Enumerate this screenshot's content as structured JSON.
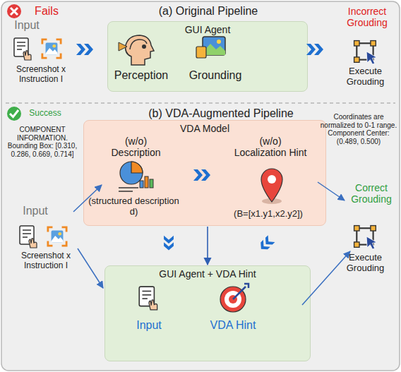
{
  "diagram": {
    "nodes": [
      {
        "text": [
          "GUI Agent"
        ]
      },
      {
        "text": [
          "VDA Model"
        ]
      },
      {
        "text": [
          "GUI Agent + VDA Hint"
        ]
      }
    ],
    "edges": [
      {
        "from": 1,
        "to": 2,
        "arrow": "to"
      }
    ],
    "labels": [
      "Fails",
      "(a) Original Pipeline",
      "Input",
      "Screenshot x Instruction I",
      "Perception",
      "Grounding",
      "Incorrect Grouding",
      "Execute Grouding",
      "Success",
      "(b) VDA-Augmented Pipeline",
      "COMPONENT INFORMATION. Bounding Box: [0.310, 0.286, 0.669, 0.714]",
      "Input",
      "Screenshot x Instruction I",
      "(w/o) Description",
      "(structured description d)",
      "(w/o) Localization Hint",
      "(B=[x1.y1,x2.y2])",
      "Coordinates are normalized to 0-1 range. Component Center: (0.489, 0.500)",
      "Correct Grouding",
      "Execute Grouding",
      "Input",
      "VDA Hint"
    ]
  }
}
